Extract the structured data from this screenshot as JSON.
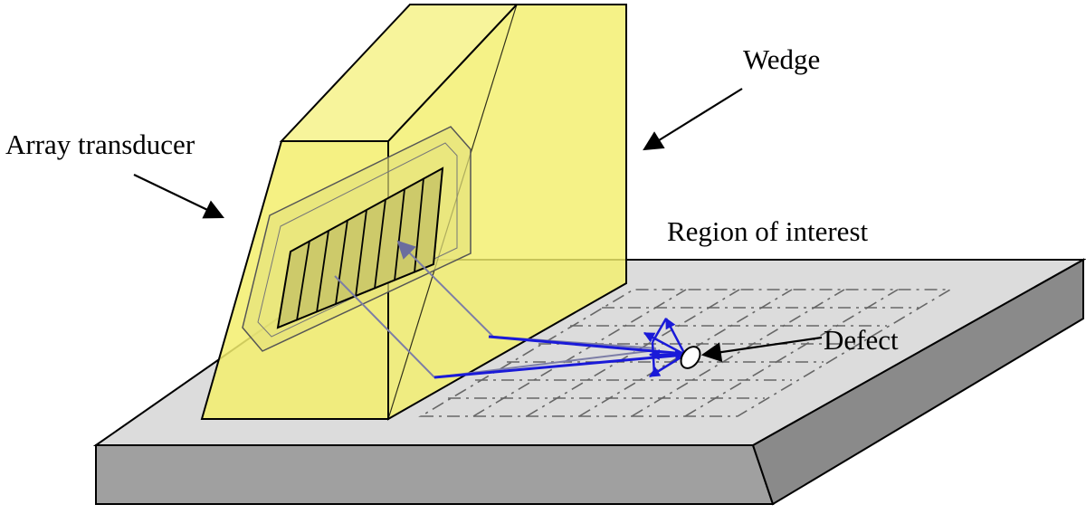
{
  "labels": {
    "wedge": "Wedge",
    "array_transducer": "Array transducer",
    "region_of_interest": "Region of interest",
    "defect": "Defect"
  },
  "colors": {
    "plate_top": "#dcdcdc",
    "plate_front": "#a0a0a0",
    "plate_side": "#8a8a8a",
    "wedge_fill": "#f3ef6d",
    "transducer_fill": "#e6e27a",
    "elements_fill": "#cdca6a",
    "ray_gray": "#7d7ea6",
    "ray_blue": "#1a1ad8",
    "grid_dash": "#666666"
  }
}
